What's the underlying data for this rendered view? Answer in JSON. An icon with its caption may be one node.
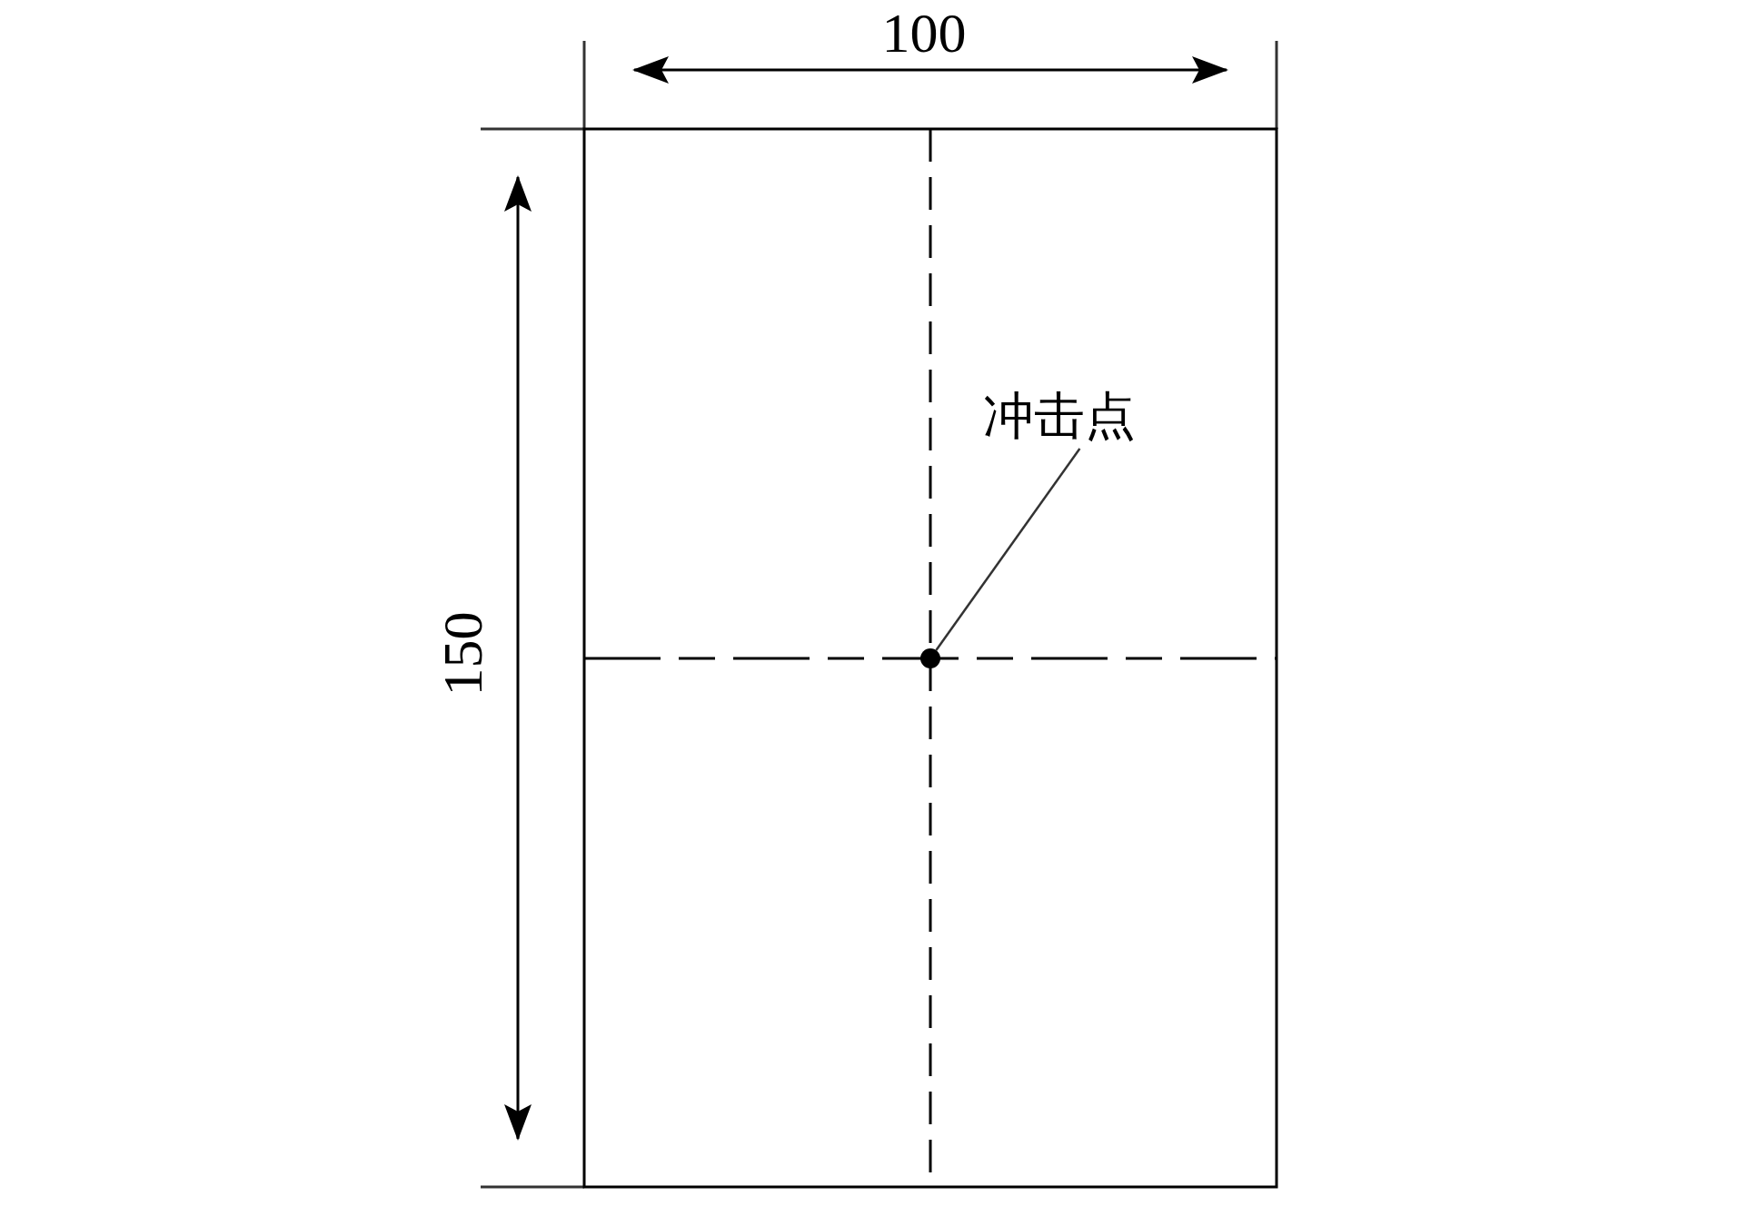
{
  "diagram": {
    "nodes": [
      {
        "text": [
          "冲击点"
        ]
      },
      {
        "text": [],
        "shape": "circle"
      }
    ],
    "edges": [
      {
        "from": 0,
        "to": 1,
        "arrow": "none"
      }
    ],
    "labels": [
      "100",
      "150"
    ]
  }
}
